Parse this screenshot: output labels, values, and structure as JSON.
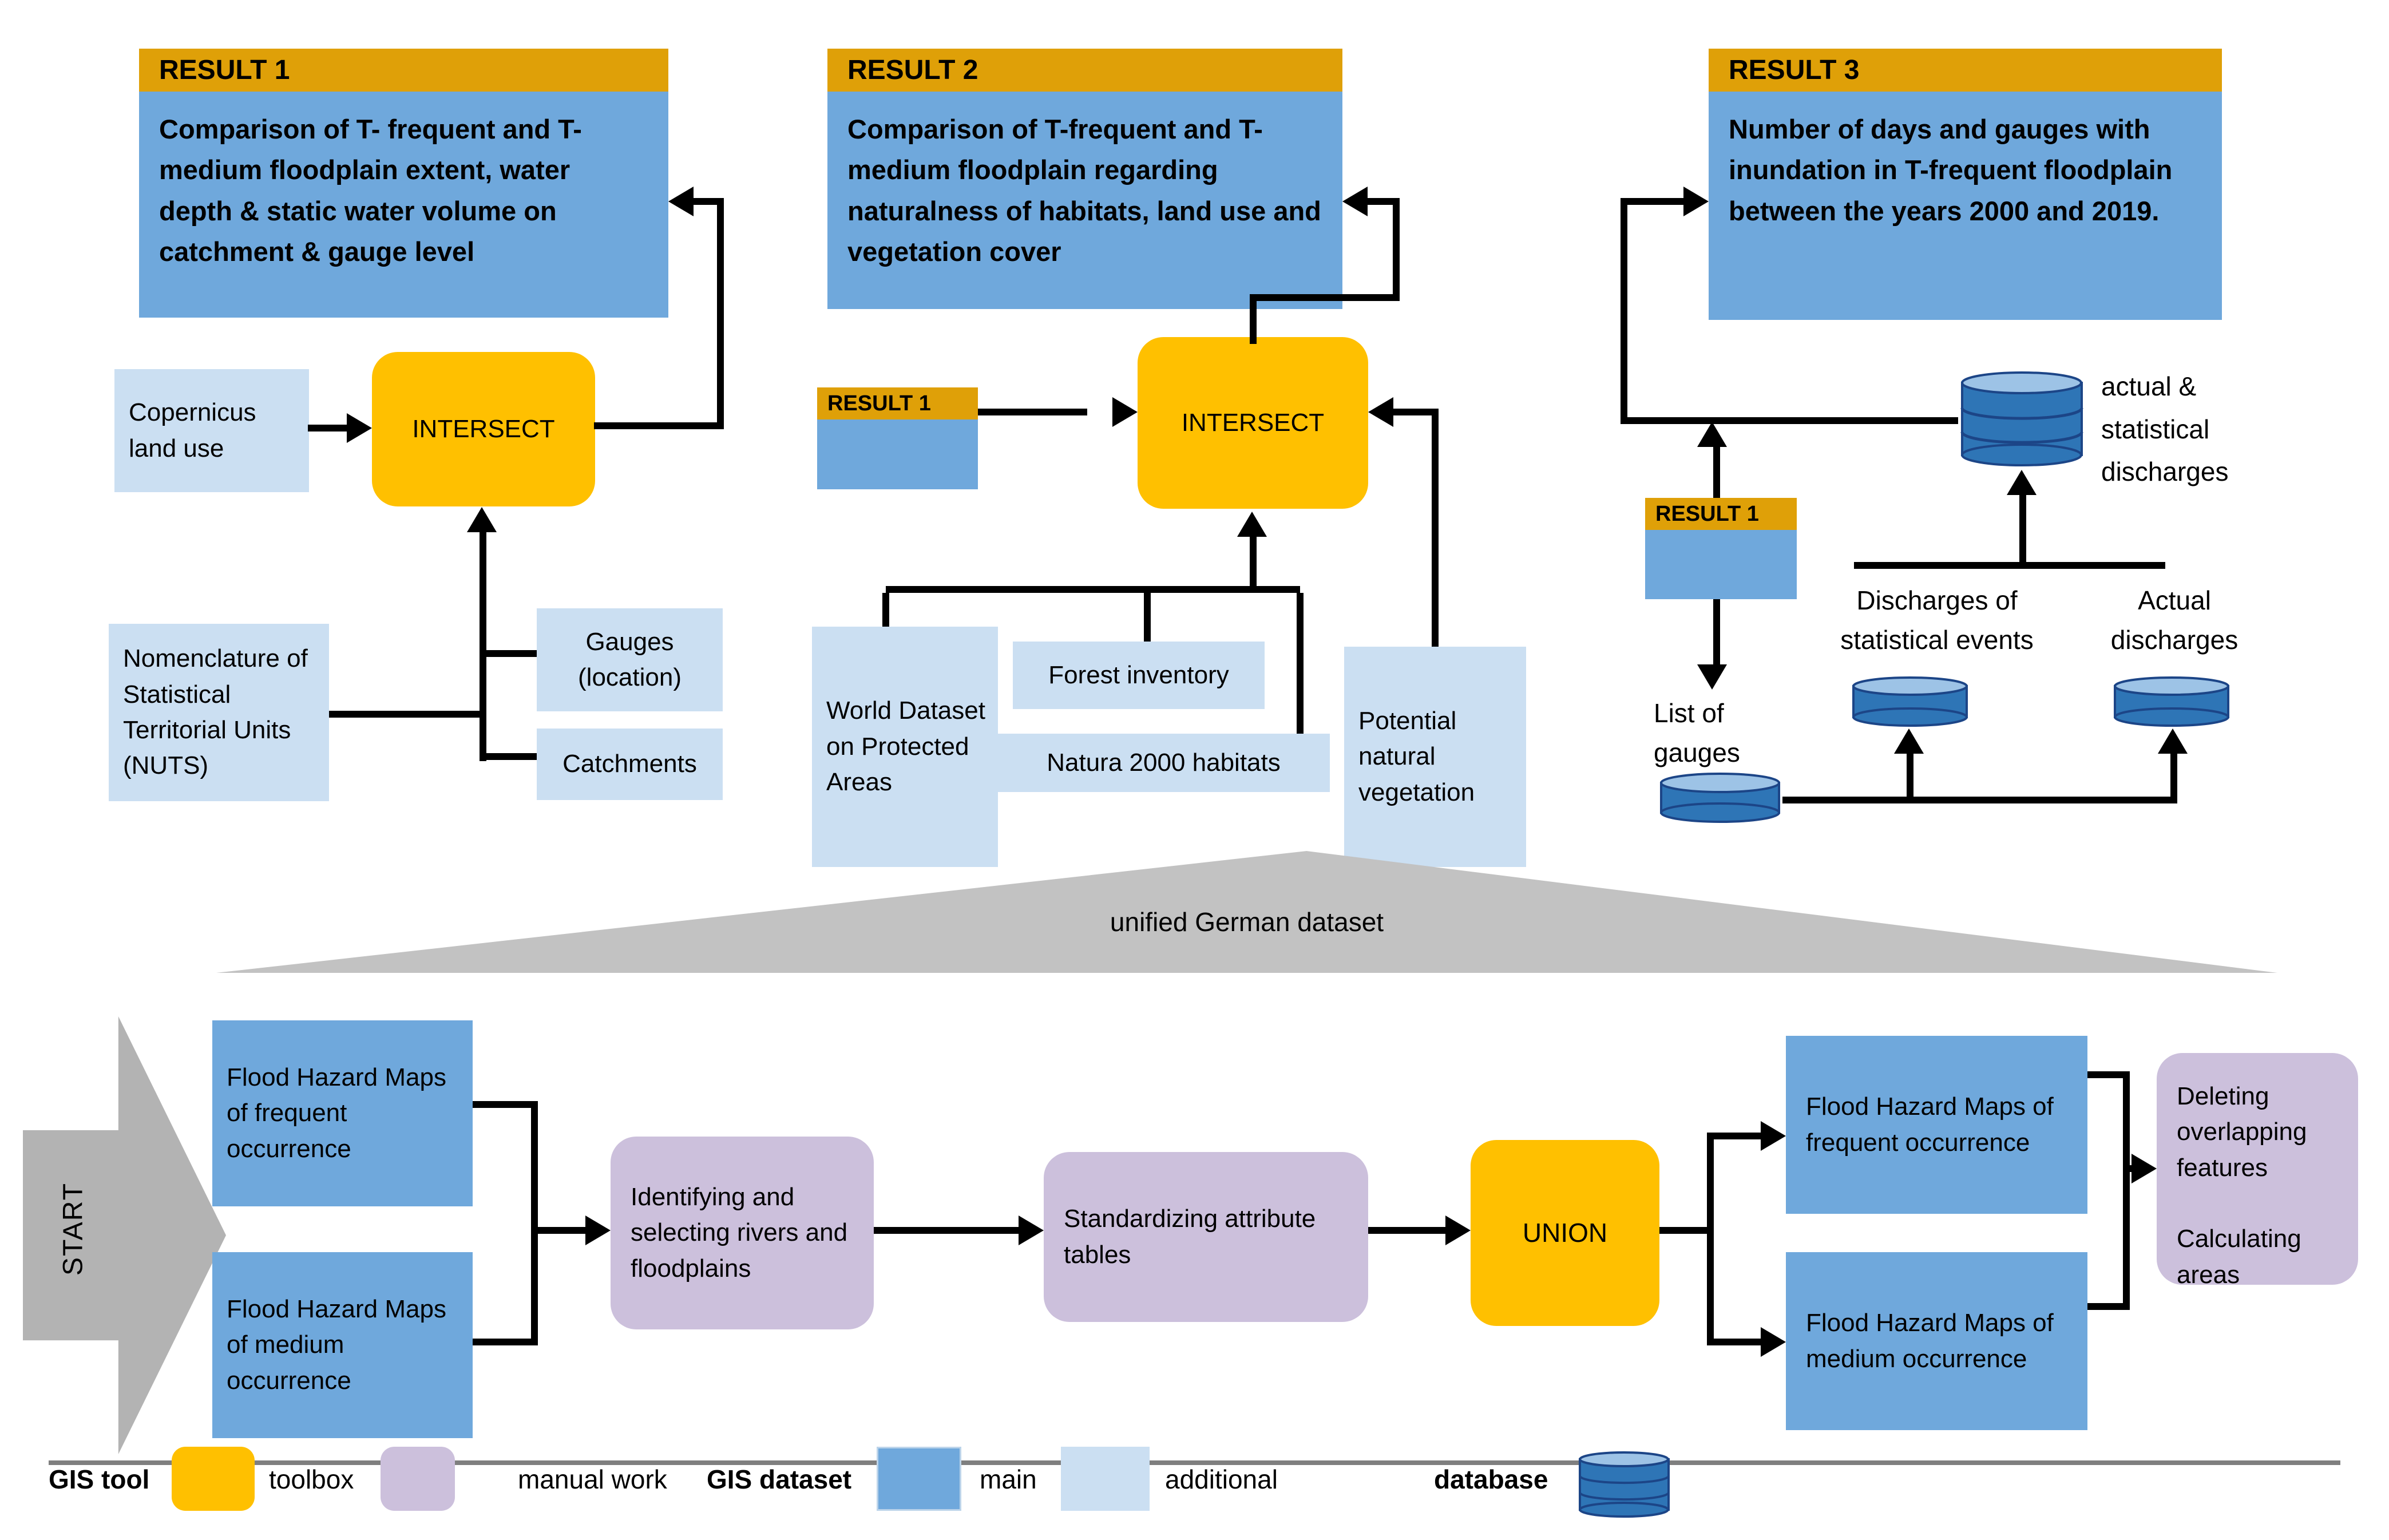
{
  "top_left": {
    "result_header": "RESULT 1",
    "result_body": "Comparison of T- frequent and T-medium floodplain extent, water depth & static water volume on catchment & gauge level",
    "copernicus": "Copernicus land use",
    "intersect": "INTERSECT",
    "nuts": "Nomenclature of Statistical Territorial Units (NUTS)",
    "gauges": "Gauges (location)",
    "catchments": "Catchments"
  },
  "top_middle": {
    "result_header": "RESULT 2",
    "result_body": "Comparison of T-frequent and T-medium floodplain regarding naturalness of habitats, land use and vegetation cover",
    "result1_ref": "RESULT 1",
    "intersect": "INTERSECT",
    "world_dataset": "World Dataset on Protected Areas",
    "forest_inventory": "Forest inventory",
    "natura": "Natura 2000 habitats",
    "potential_vegetation": "Potential natural vegetation"
  },
  "top_right": {
    "result_header": "RESULT 3",
    "result_body": "Number of days and gauges with inundation in T-frequent floodplain between the years 2000 and 2019.",
    "result1_ref": "RESULT 1",
    "db_actual_statistical": "actual & statistical discharges",
    "list_of_gauges": "List of gauges",
    "discharges_statistical": "Discharges of statistical events",
    "actual_discharges": "Actual discharges"
  },
  "banner": {
    "label": "unified German dataset"
  },
  "bottom": {
    "start": "START",
    "fhm_frequent_in": "Flood Hazard Maps of frequent occurrence",
    "fhm_medium_in": "Flood Hazard Maps of medium occurrence",
    "identifying": "Identifying and selecting rivers and floodplains",
    "standardizing": "Standardizing attribute tables",
    "union": "UNION",
    "fhm_frequent_out": "Flood Hazard Maps of frequent occurrence",
    "fhm_medium_out": "Flood Hazard Maps of medium occurrence",
    "deleting": "Deleting overlapping features",
    "calculating": "Calculating areas"
  },
  "legend": {
    "gis_tool": "GIS tool",
    "toolbox": "toolbox",
    "manual_work": "manual work",
    "gis_dataset": "GIS dataset",
    "main": "main",
    "additional": "additional",
    "database": "database"
  },
  "colors": {
    "result_header_orange": "#dfa008",
    "toolbox_yellow": "#ffc000",
    "main_blue": "#6fa8dc",
    "additional_blue": "#cbdff2",
    "manual_purple": "#ccc0dc",
    "database_blue": "#2e75b6",
    "database_top_blue": "#9dc3e6",
    "gray_banner": "#c2c2c2",
    "line_black": "#000000"
  }
}
